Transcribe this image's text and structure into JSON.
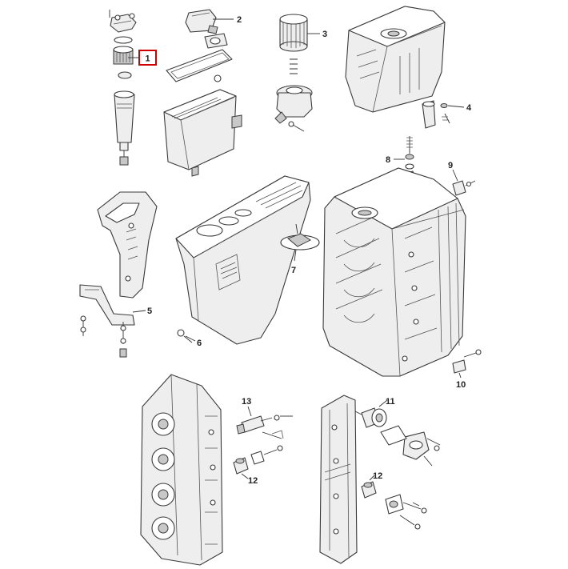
{
  "callouts": {
    "c1": "1",
    "c2": "2",
    "c3": "3",
    "c4": "4",
    "c5": "5",
    "c6": "6",
    "c7": "7",
    "c8": "8",
    "c9": "9",
    "c10": "10",
    "c11": "11",
    "c12a": "12",
    "c12b": "12",
    "c13": "13"
  },
  "colors": {
    "highlight": "#d00000",
    "line": "#3a3a3a",
    "fill": "#eeeeee"
  }
}
